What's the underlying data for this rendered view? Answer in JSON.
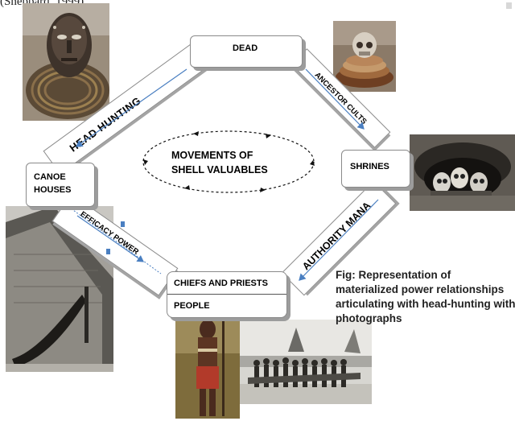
{
  "top_fragment": "(Sheppard, 1999)",
  "nodes": {
    "dead": "DEAD",
    "shrines": "SHRINES",
    "canoe_houses": "CANOE HOUSES",
    "chiefs_priests": "CHIEFS AND PRIESTS",
    "people": "PEOPLE"
  },
  "links": {
    "head_hunting": "HEAD HUNTING",
    "ancestor_cults": "ANCESTOR CULTS",
    "authority_mana": "AUTHORITY MANA",
    "efficacy_power": "EFFICACY POWER"
  },
  "center_label": "MOVEMENTS OF SHELL VALUABLES",
  "caption": "Fig: Representation of materialized power relationships articulating with head-hunting with photographs",
  "colors": {
    "arrow": "#4a7fc1",
    "box_shadow": "#9c9c9c",
    "caption_text": "#222222"
  }
}
